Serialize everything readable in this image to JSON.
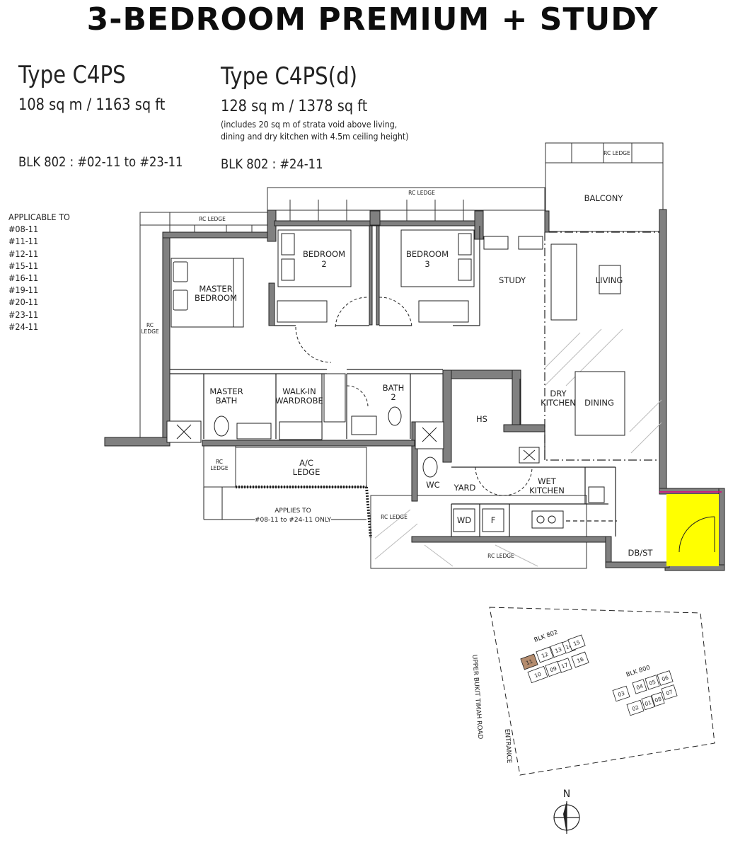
{
  "title": "3-BEDROOM PREMIUM + STUDY",
  "types": [
    {
      "name": "Type C4PS",
      "area": "108 sq m / 1163 sq ft",
      "blocks": "BLK 802 : #02-11 to #23-11"
    },
    {
      "name": "Type C4PS(d)",
      "area": "128 sq m / 1378 sq ft",
      "note_line1": "(includes 20 sq m of strata void above living,",
      "note_line2": "dining and dry kitchen with 4.5m ceiling height)",
      "blocks": "BLK 802 : #24-11"
    }
  ],
  "applicable": {
    "heading": "APPLICABLE TO",
    "units": [
      "#08-11",
      "#11-11",
      "#12-11",
      "#15-11",
      "#16-11",
      "#19-11",
      "#20-11",
      "#23-11",
      "#24-11"
    ]
  },
  "rooms": {
    "master_bedroom_1": "MASTER",
    "master_bedroom_2": "BEDROOM",
    "bedroom2_1": "BEDROOM",
    "bedroom2_2": "2",
    "bedroom3_1": "BEDROOM",
    "bedroom3_2": "3",
    "study": "STUDY",
    "balcony": "BALCONY",
    "living": "LIVING",
    "dining": "DINING",
    "dry_kitchen_1": "DRY",
    "dry_kitchen_2": "KITCHEN",
    "master_bath_1": "MASTER",
    "master_bath_2": "BATH",
    "walkin_1": "WALK-IN",
    "walkin_2": "WARDROBE",
    "bath2_1": "BATH",
    "bath2_2": "2",
    "hs": "HS",
    "ac_ledge_1": "A/C",
    "ac_ledge_2": "LEDGE",
    "wc": "WC",
    "yard": "YARD",
    "wet_kitchen_1": "WET",
    "wet_kitchen_2": "KITCHEN",
    "wd": "WD",
    "f": "F",
    "dbst": "DB/ST"
  },
  "ledges": {
    "rc_ledge": "RC LEDGE",
    "rc_small_1": "RC",
    "rc_small_2": "LEDGE"
  },
  "applies": {
    "line1": "APPLIES TO",
    "line2": "#08-11 to #24-11 ONLY"
  },
  "site_plan": {
    "road": "UPPER BUKIT TIMAH ROAD",
    "entrance": "ENTRANCE",
    "blk802": "BLK 802",
    "blk800": "BLK 800",
    "units_802": [
      "11",
      "12",
      "13",
      "14",
      "15",
      "16",
      "17",
      "09",
      "10"
    ],
    "units_800": [
      "03",
      "04",
      "05",
      "06",
      "07",
      "08",
      "01",
      "02"
    ],
    "north": "N"
  },
  "colors": {
    "wall": "#808080",
    "highlight": "#ffff00",
    "highlight_edge": "#e0007a",
    "unit_highlight": "#b48c6e"
  }
}
